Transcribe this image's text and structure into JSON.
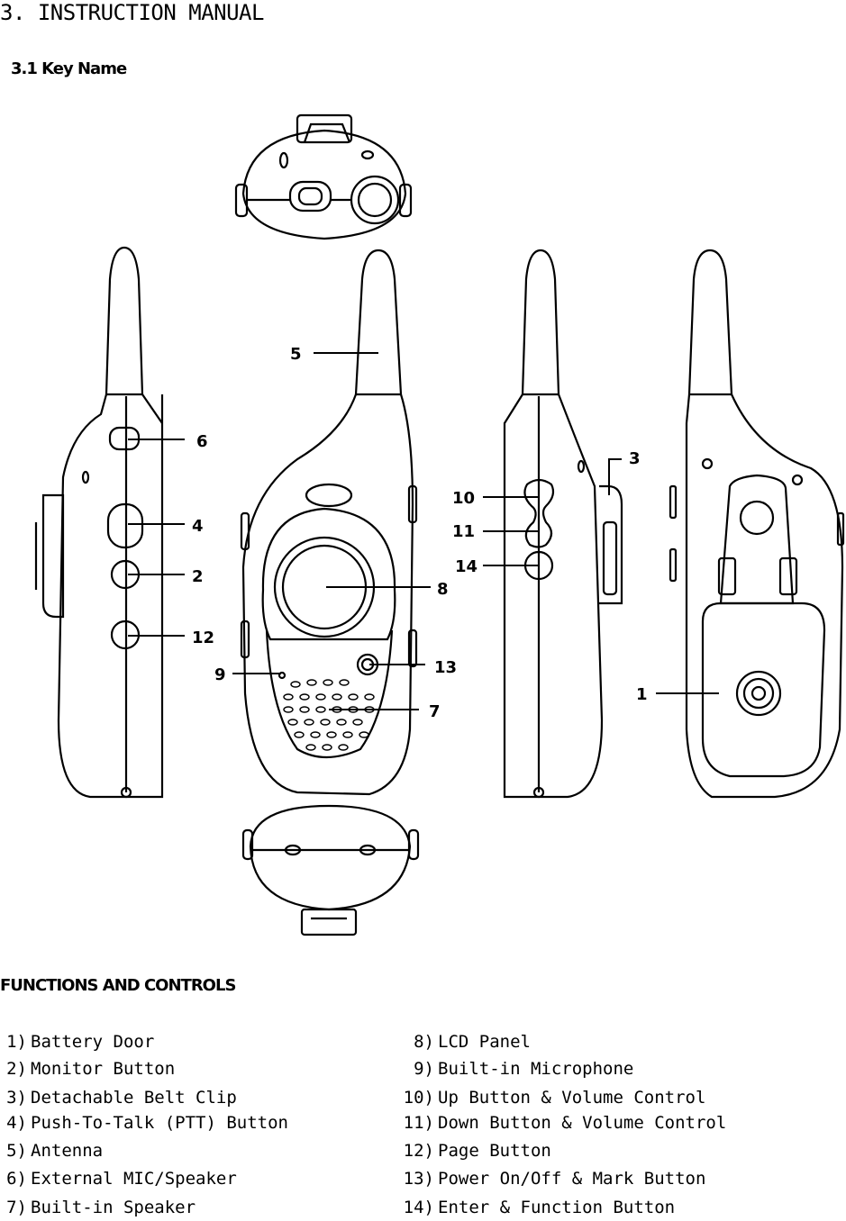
{
  "header": {
    "title": "3. INSTRUCTION MANUAL",
    "section_title": "3.1 Key Name"
  },
  "diagram": {
    "callouts": [
      "5",
      "6",
      "4",
      "2",
      "12",
      "9",
      "8",
      "13",
      "7",
      "10",
      "11",
      "14",
      "3",
      "1"
    ]
  },
  "functions": {
    "heading": "FUNCTIONS AND CONTROLS",
    "left": [
      {
        "num": "1)",
        "label": "Battery Door"
      },
      {
        "num": "2)",
        "label": "Monitor Button"
      },
      {
        "num": "3)",
        "label": "Detachable Belt Clip"
      },
      {
        "num": "4)",
        "label": "Push-To-Talk (PTT) Button"
      },
      {
        "num": "5)",
        "label": "Antenna"
      },
      {
        "num": "6)",
        "label": "External MIC/Speaker"
      },
      {
        "num": "7)",
        "label": "Built-in Speaker"
      }
    ],
    "right": [
      {
        "num": "8)",
        "label": "LCD Panel"
      },
      {
        "num": "9)",
        "label": "Built-in Microphone"
      },
      {
        "num": "10)",
        "label": "Up Button & Volume Control"
      },
      {
        "num": "11)",
        "label": "Down Button & Volume Control"
      },
      {
        "num": "12)",
        "label": "Page Button"
      },
      {
        "num": "13)",
        "label": "Power On/Off & Mark Button"
      },
      {
        "num": "14)",
        "label": "Enter & Function Button"
      }
    ]
  }
}
